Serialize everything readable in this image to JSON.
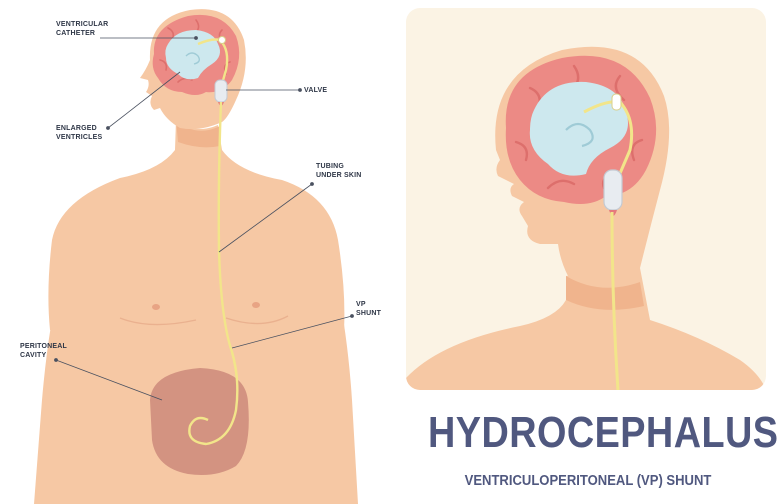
{
  "title": "HYDROCEPHALUS",
  "subtitle": "VENTRICULOPERITONEAL (VP) SHUNT",
  "labels": {
    "ventricular_catheter": [
      "VENTRICULAR",
      "CATHETER"
    ],
    "valve": [
      "VALVE"
    ],
    "enlarged_ventricles": [
      "ENLARGED",
      "VENTRICLES"
    ],
    "tubing": [
      "TUBING",
      "UNDER SKIN"
    ],
    "vp_shunt": [
      "VP",
      "SHUNT"
    ],
    "peritoneal_cavity": [
      "PERITONEAL",
      "CAVITY"
    ]
  },
  "colors": {
    "skin": "#f6c8a4",
    "skin_shadow": "#f0b48d",
    "brain": "#ec8a85",
    "brain_dark": "#dd6f6c",
    "ventricle": "#cde8ee",
    "tube": "#f2e58a",
    "peritoneum": "#d39381",
    "panel_bg": "#fbf3e4",
    "title": "#50587f",
    "line": "#4a5160"
  }
}
